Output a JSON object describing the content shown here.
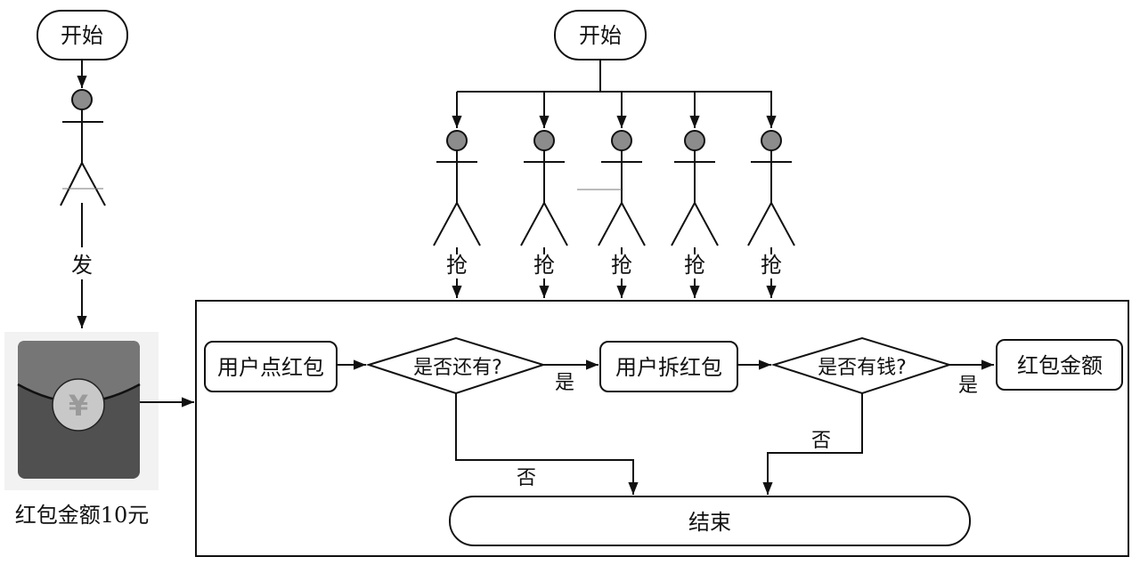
{
  "sender": {
    "start_label": "开始",
    "action_label": "发",
    "envelope": {
      "symbol": "¥",
      "caption": "红包金额10元",
      "colors": {
        "flap": "#767676",
        "body": "#505050",
        "coin": "#c8c8c8",
        "coin_text": "#9a9a9a",
        "background": "#f2f2f2"
      }
    }
  },
  "receivers": {
    "start_label": "开始",
    "count": 5,
    "action_label": "抢",
    "actions": [
      "抢",
      "抢",
      "抢",
      "抢",
      "抢"
    ]
  },
  "flow": {
    "nodes": {
      "click": "用户点红包",
      "has_left": "是否还有?",
      "open": "用户拆红包",
      "has_money": "是否有钱?",
      "amount": "红包金额",
      "end": "结束"
    },
    "edges": {
      "yes1": "是",
      "yes2": "是",
      "no1": "否",
      "no2": "否"
    }
  },
  "colors": {
    "line": "#111111",
    "head_fill": "#8c8c8c"
  }
}
